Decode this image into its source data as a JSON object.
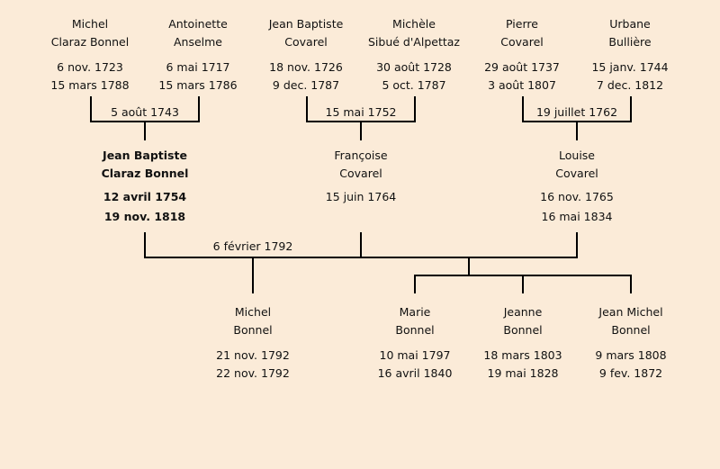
{
  "grandparents": [
    {
      "first": "Michel",
      "last": "Claraz Bonnel",
      "birth": "6 nov. 1723",
      "death": "15 mars 1788"
    },
    {
      "first": "Antoinette",
      "last": "Anselme",
      "birth": "6 mai 1717",
      "death": "15 mars 1786"
    },
    {
      "first": "Jean Baptiste",
      "last": "Covarel",
      "birth": "18 nov. 1726",
      "death": "9 dec. 1787"
    },
    {
      "first": "Michèle",
      "last": "Sibué d'Alpettaz",
      "birth": "30 août 1728",
      "death": "5 oct. 1787"
    },
    {
      "first": "Pierre",
      "last": "Covarel",
      "birth": "29 août 1737",
      "death": "3 août 1807"
    },
    {
      "first": "Urbane",
      "last": "Bullière",
      "birth": "15 janv. 1744",
      "death": "7 dec. 1812"
    }
  ],
  "grandparent_marriages": [
    "5 août 1743",
    "15 mai 1752",
    "19 juillet 1762"
  ],
  "parents": [
    {
      "first": "Jean Baptiste",
      "last": "Claraz Bonnel",
      "birth": "12 avril 1754",
      "death": "19 nov. 1818"
    },
    {
      "first": "Françoise",
      "last": "Covarel",
      "birth": "15 juin 1764"
    },
    {
      "first": "Louise",
      "last": "Covarel",
      "birth": "16 nov. 1765",
      "death": "16 mai 1834"
    }
  ],
  "parent_marriage": "6 février 1792",
  "children": [
    {
      "first": "Michel",
      "last": "Bonnel",
      "birth": "21 nov. 1792",
      "death": "22 nov. 1792"
    },
    {
      "first": "Marie",
      "last": "Bonnel",
      "birth": "10 mai 1797",
      "death": "16 avril 1840"
    },
    {
      "first": "Jeanne",
      "last": "Bonnel",
      "birth": "18 mars 1803",
      "death": "19 mai 1828"
    },
    {
      "first": "Jean Michel",
      "last": "Bonnel",
      "birth": "9 mars 1808",
      "death": "9 fev. 1872"
    }
  ]
}
